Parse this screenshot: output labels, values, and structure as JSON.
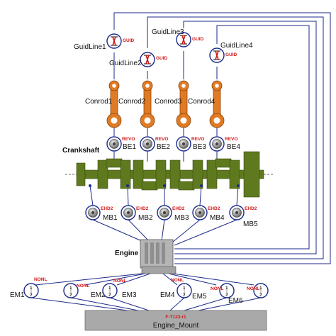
{
  "guidlines": [
    {
      "label": "GuidLine1",
      "tag": "GUID"
    },
    {
      "label": "GuidLine2",
      "tag": "GUID"
    },
    {
      "label": "GuidLine3",
      "tag": "GUID"
    },
    {
      "label": "GuidLine4",
      "tag": "GUID"
    }
  ],
  "conrods": [
    "Conrod1",
    "Conrod2",
    "Conrod3",
    "Conrod4"
  ],
  "big_ends": [
    {
      "label": "BE1",
      "tag": "REVO"
    },
    {
      "label": "BE2",
      "tag": "REVO"
    },
    {
      "label": "BE3",
      "tag": "REVO"
    },
    {
      "label": "BE4",
      "tag": "REVO"
    }
  ],
  "crankshaft": {
    "label": "Crankshaft"
  },
  "main_bearings": [
    {
      "label": "MB1",
      "tag": "EHD2"
    },
    {
      "label": "MB2",
      "tag": "EHD2"
    },
    {
      "label": "MB3",
      "tag": "EHD2"
    },
    {
      "label": "MB4",
      "tag": "EHD2"
    },
    {
      "label": "MB5",
      "tag": "EHD2"
    }
  ],
  "engine": {
    "label": "Engine"
  },
  "engine_mounts": [
    {
      "label": "EM1",
      "tag": "NONL",
      "n1": "1",
      "n2": "2"
    },
    {
      "label": "EM2",
      "tag": "NONL",
      "n1": "1",
      "n2": "2"
    },
    {
      "label": "EM3",
      "tag": "NONL",
      "n1": "1",
      "n2": "2"
    },
    {
      "label": "EM4",
      "tag": "NONL",
      "n1": "1",
      "n2": "2"
    },
    {
      "label": "EM5",
      "tag": "NONL",
      "n1": "1",
      "n2": "2"
    },
    {
      "label": "EM6",
      "tag": "NONL",
      "n1": "1",
      "n2": "2"
    }
  ],
  "engine_mount": {
    "label": "Engine_Mount",
    "tag": "F-T123-r1"
  },
  "colors": {
    "wire": "#1b2a8a",
    "crankshaft": "#5f7a1e",
    "conrod": "#e07b24",
    "tag": "#d01818",
    "engine_block": "#b5b5b5",
    "mount_block": "#a9a9a9"
  },
  "icons": {
    "guidline": "guide-joint-icon",
    "revolute": "revolute-joint-icon",
    "ehd": "ehd-bearing-icon",
    "nonlinear": "spring-element-icon"
  }
}
